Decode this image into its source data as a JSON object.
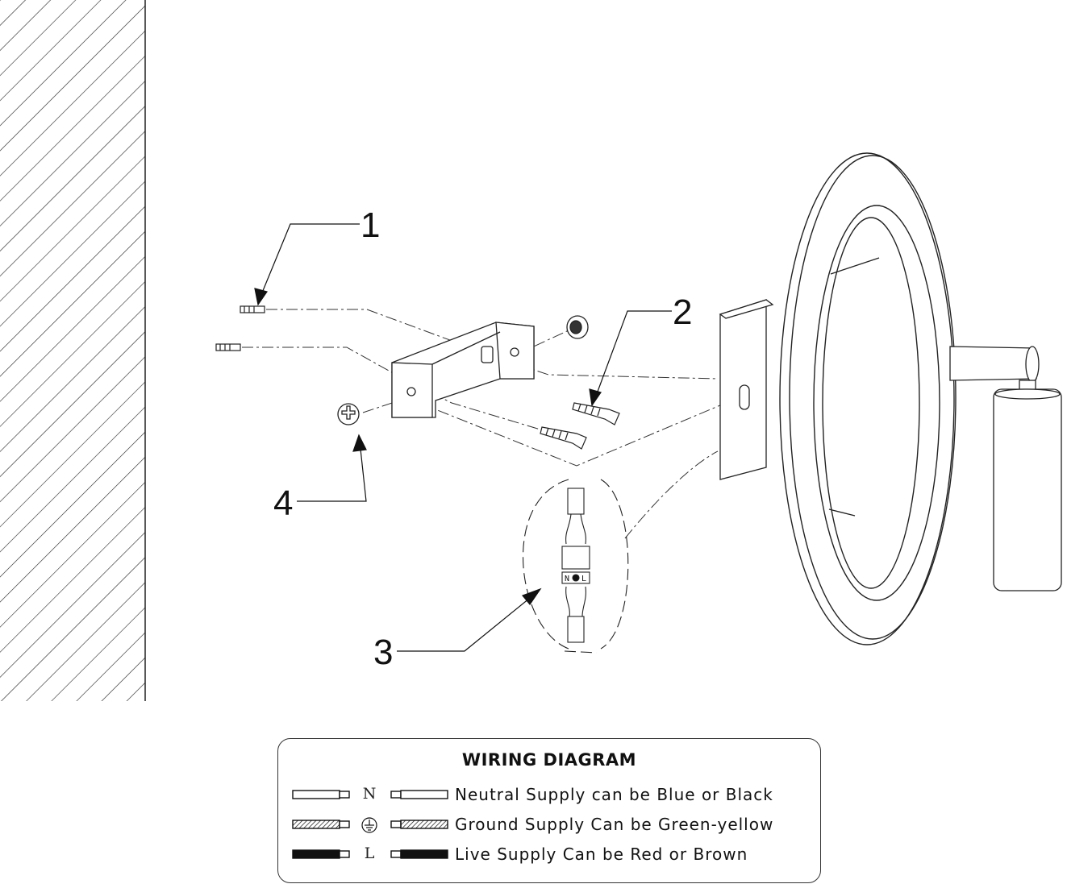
{
  "callouts": [
    {
      "id": "1",
      "text": "1"
    },
    {
      "id": "2",
      "text": "2"
    },
    {
      "id": "3",
      "text": "3"
    },
    {
      "id": "4",
      "text": "4"
    }
  ],
  "connector_labels": {
    "neutral": "N",
    "live": "L"
  },
  "legend": {
    "title": "WIRING DIAGRAM",
    "rows": [
      {
        "letter": "N",
        "text": "Neutral Supply can be Blue or Black",
        "style": "hollow",
        "icon": "wire-neutral-icon"
      },
      {
        "letter": "",
        "text": "Ground Supply Can be Green-yellow",
        "style": "hatched",
        "icon": "ground-symbol-icon"
      },
      {
        "letter": "L",
        "text": "Live Supply Can be Red or Brown",
        "style": "solid",
        "icon": "wire-live-icon"
      }
    ]
  }
}
